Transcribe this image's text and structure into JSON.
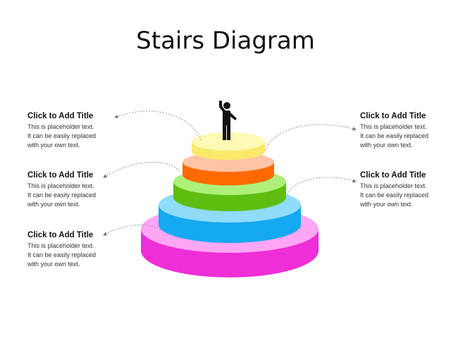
{
  "title": "Stairs Diagram",
  "callouts": {
    "left": [
      {
        "title": "Click to Add Title",
        "lines": [
          "This is placeholder text.",
          "It can be easily replaced",
          "with your own text."
        ]
      },
      {
        "title": "Click to Add Title",
        "lines": [
          "This is placeholder text.",
          "It can be easily replaced",
          "with your own text."
        ]
      },
      {
        "title": "Click to Add Title",
        "lines": [
          "This is placeholder text.",
          "It can be easily replaced",
          "with your own text."
        ]
      }
    ],
    "right": [
      {
        "title": "Click to Add Title",
        "lines": [
          "This is placeholder text.",
          "It can be easily replaced",
          "with your own text."
        ]
      },
      {
        "title": "Click to Add Title",
        "lines": [
          "This is placeholder text.",
          "It can be easily replaced",
          "with your own text."
        ]
      }
    ]
  },
  "tiers": [
    {
      "level": 1,
      "color": "#fdf27a"
    },
    {
      "level": 2,
      "color": "#ff6f00"
    },
    {
      "level": 3,
      "color": "#6fcf1a"
    },
    {
      "level": 4,
      "color": "#1ab0f0"
    },
    {
      "level": 5,
      "color": "#ff48e8"
    }
  ],
  "icons": {
    "figure": "person-waving-icon"
  }
}
